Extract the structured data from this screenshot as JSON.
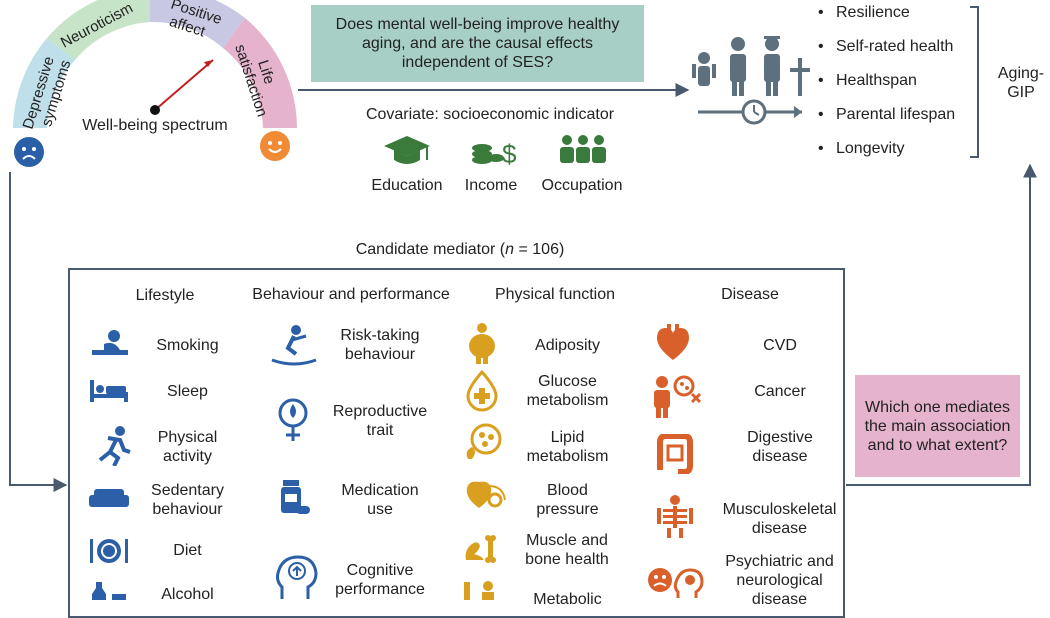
{
  "colors": {
    "teal": "#a8cfc6",
    "pink": "#e6b3cc",
    "blue_icon": "#2b5fa8",
    "orange_icon": "#d9822b",
    "green_icon": "#3a7a3a",
    "line": "#4a5a6e"
  },
  "spectrum": {
    "segments": [
      "Depressive symptoms",
      "Neuroticism",
      "Positive affect",
      "Life satisfaction"
    ],
    "caption": "Well-being spectrum",
    "sad_face": "sad-face-icon",
    "happy_face": "happy-face-icon"
  },
  "question": {
    "text": "Does mental well-being improve healthy aging, and are the causal effects independent of SES?"
  },
  "covariate": {
    "title": "Covariate: socioeconomic indicator",
    "items": [
      "Education",
      "Income",
      "Occupation"
    ]
  },
  "outcomes": {
    "items": [
      "Resilience",
      "Self-rated health",
      "Healthspan",
      "Parental lifespan",
      "Longevity"
    ],
    "group_label": "Aging-GIP"
  },
  "mediators": {
    "title_prefix": "Candidate mediator (",
    "title_n": "n",
    "title_suffix": " = 106)",
    "columns": [
      {
        "heading": "Lifestyle",
        "items": [
          "Smoking",
          "Sleep",
          "Physical activity",
          "Sedentary behaviour",
          "Diet",
          "Alcohol"
        ]
      },
      {
        "heading": "Behaviour and performance",
        "items": [
          "Risk-taking behaviour",
          "Reproductive trait",
          "Medication use",
          "Cognitive performance"
        ]
      },
      {
        "heading": "Physical function",
        "items": [
          "Adiposity",
          "Glucose metabolism",
          "Lipid metabolism",
          "Blood pressure",
          "Muscle and bone health",
          "Metabolic"
        ]
      },
      {
        "heading": "Disease",
        "items": [
          "CVD",
          "Cancer",
          "Digestive disease",
          "Musculoskeletal disease",
          "Psychiatric and neurological disease"
        ]
      }
    ]
  },
  "mediator_question": {
    "text": "Which one mediates the main association and to what extent?"
  }
}
